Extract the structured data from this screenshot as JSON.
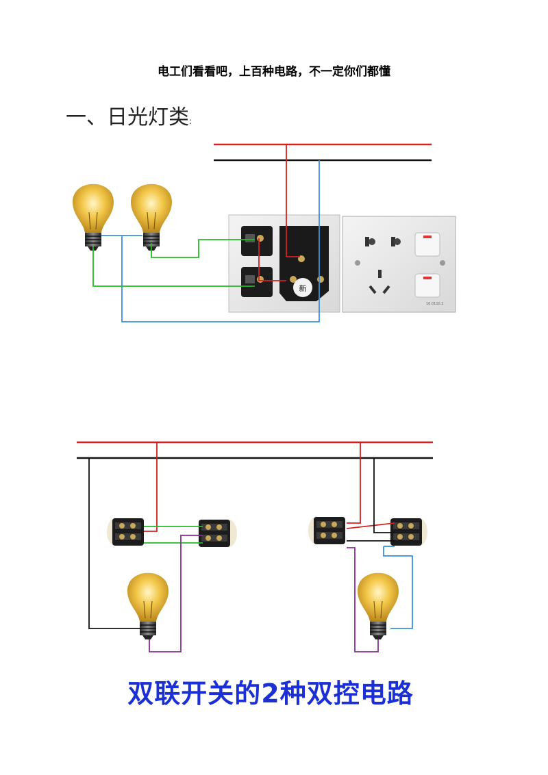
{
  "header": {
    "title": "电工们看看吧，上百种电路，不一定你们都懂"
  },
  "section": {
    "heading": "一、日光灯类",
    "heading_suffix": ":"
  },
  "diagram1": {
    "socket_badge": "新",
    "socket_model": "10.0110.2"
  },
  "diagram2": {
    "caption": "双联开关的2种双控电路"
  },
  "colors": {
    "live_wire": "#d42020",
    "neutral_wire": "#111111",
    "green_wire": "#22bb22",
    "blue_wire": "#3a8fdd",
    "purple_wire": "#8a2a9a",
    "caption_text": "#1a2fd6"
  }
}
